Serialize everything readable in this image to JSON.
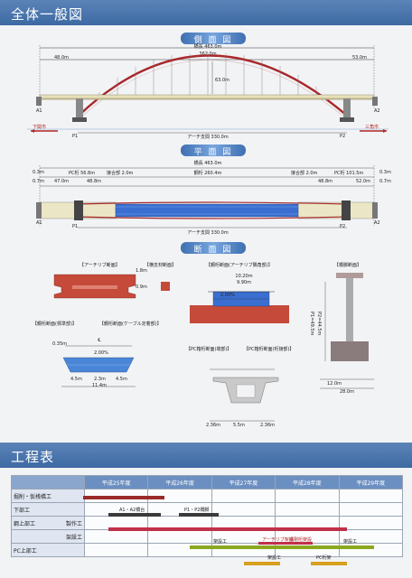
{
  "header": {
    "title": "全体一般図"
  },
  "side_view": {
    "title": "側 面 図",
    "bridge_length": "橋長 463.0m",
    "left_span": "48.0m",
    "center_span": "362.0m",
    "right_span": "53.0m",
    "rise": "63.0m",
    "arch_span": "アーチ支間 330.0m",
    "a1": "A1",
    "a2": "A2",
    "p1": "P1",
    "p2": "P2",
    "left_city": "下関市",
    "right_city": "三角市"
  },
  "plan_view": {
    "title": "平 面 図",
    "bridge_length": "橋長 463.0m",
    "l_03a": "0.3m",
    "pc_left": "PC桁 56.8m",
    "joint_left": "接合部 2.0m",
    "steel_girder": "鋼桁 260.4m",
    "joint_right": "接合部 2.0m",
    "pc_right": "PC桁 101.5m",
    "r_03a": "0.3m",
    "l_07": "0.7m",
    "l_47": "47.0m",
    "l_488": "48.8m",
    "r_488": "48.8m",
    "r_520": "52.0m",
    "r_07": "0.7m",
    "arch_span": "アーチ支間 330.0m",
    "a1": "A1",
    "a2": "A2",
    "p1": "P1",
    "p2": "P2"
  },
  "section_view": {
    "title": "断 面 図",
    "arch_rib": "【アーチリブ断面】",
    "cross_beam": "【横支材断面】",
    "steel_girder_arch": "【鋼桁断面(アーチリブ隅角部)】",
    "pier": "【橋脚断面】",
    "steel_std": "【鋼桁断面(標準部)】",
    "steel_cable": "【鋼桁断面(ケーブル定着部)】",
    "pc_end": "【PC箱桁断面(端部)】",
    "pc_joint": "【PC箱桁断面(桁接部)】",
    "dim_18": "1.8m",
    "dim_09": "0.9m",
    "dim_1020": "10.20m",
    "dim_990": "9.90m",
    "dim_200a": "2.00%",
    "dim_200b": "2.00%",
    "dim_035": "0.35m",
    "dim_45a": "4.5m",
    "dim_23": "2.3m",
    "dim_45b": "4.5m",
    "dim_114": "11.4m",
    "dim_236": "2.36m",
    "dim_55": "5.5m",
    "dim_236b": "2.36m",
    "dim_120": "12.0m",
    "dim_280": "28.0m",
    "dim_h": "P1=49.5m",
    "dim_h2": "P2=44.5m",
    "center": "℄"
  },
  "schedule": {
    "title": "工程表",
    "years": [
      "平成25年度",
      "平成26年度",
      "平成27年度",
      "平成28年度",
      "平成29年度"
    ],
    "rows": [
      {
        "label": "掘削・仮桟橋工",
        "sub": ""
      },
      {
        "label": "下部工",
        "sub": ""
      },
      {
        "label": "鋼上部工",
        "sub": "製作工"
      },
      {
        "label": "",
        "sub": "架設工"
      },
      {
        "label": "PC上部工",
        "sub": ""
      }
    ],
    "bar_labels": {
      "a1a2": "A1・A2橋台",
      "p1p2": "P1・P2橋脚",
      "kasetsu": "架設工",
      "archrib": "アーチリブ架設",
      "girder": "補剛桁架設",
      "kasetsu2": "架設工",
      "pc_kasetsu": "架設工",
      "pc_girder": "PC桁架"
    },
    "colors": {
      "excavation": "#9b2a2a",
      "substructure": "#3a3a3a",
      "fabrication": "#c0304a",
      "erection": "#8aa81f",
      "pc": "#d8a020"
    }
  }
}
